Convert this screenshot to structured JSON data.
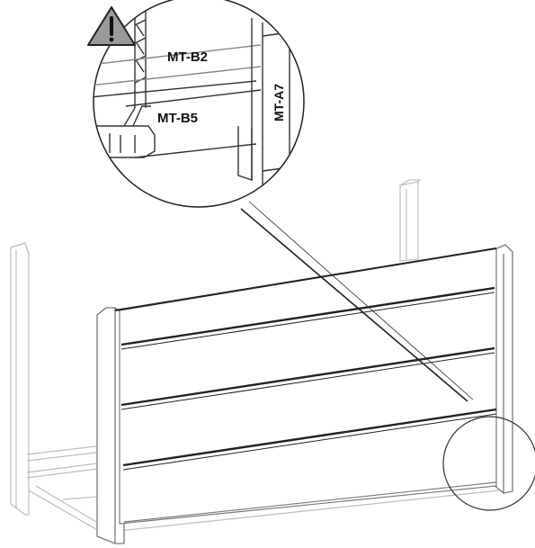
{
  "labels": {
    "part_b2": "MT-B2",
    "part_b5": "MT-B5",
    "part_a7": "MT-A7"
  },
  "icons": {
    "warning": "warning-triangle-icon"
  },
  "colors": {
    "line": "#222222",
    "light_line": "#bdbdbd",
    "warning_fill": "#9a9a9a"
  }
}
